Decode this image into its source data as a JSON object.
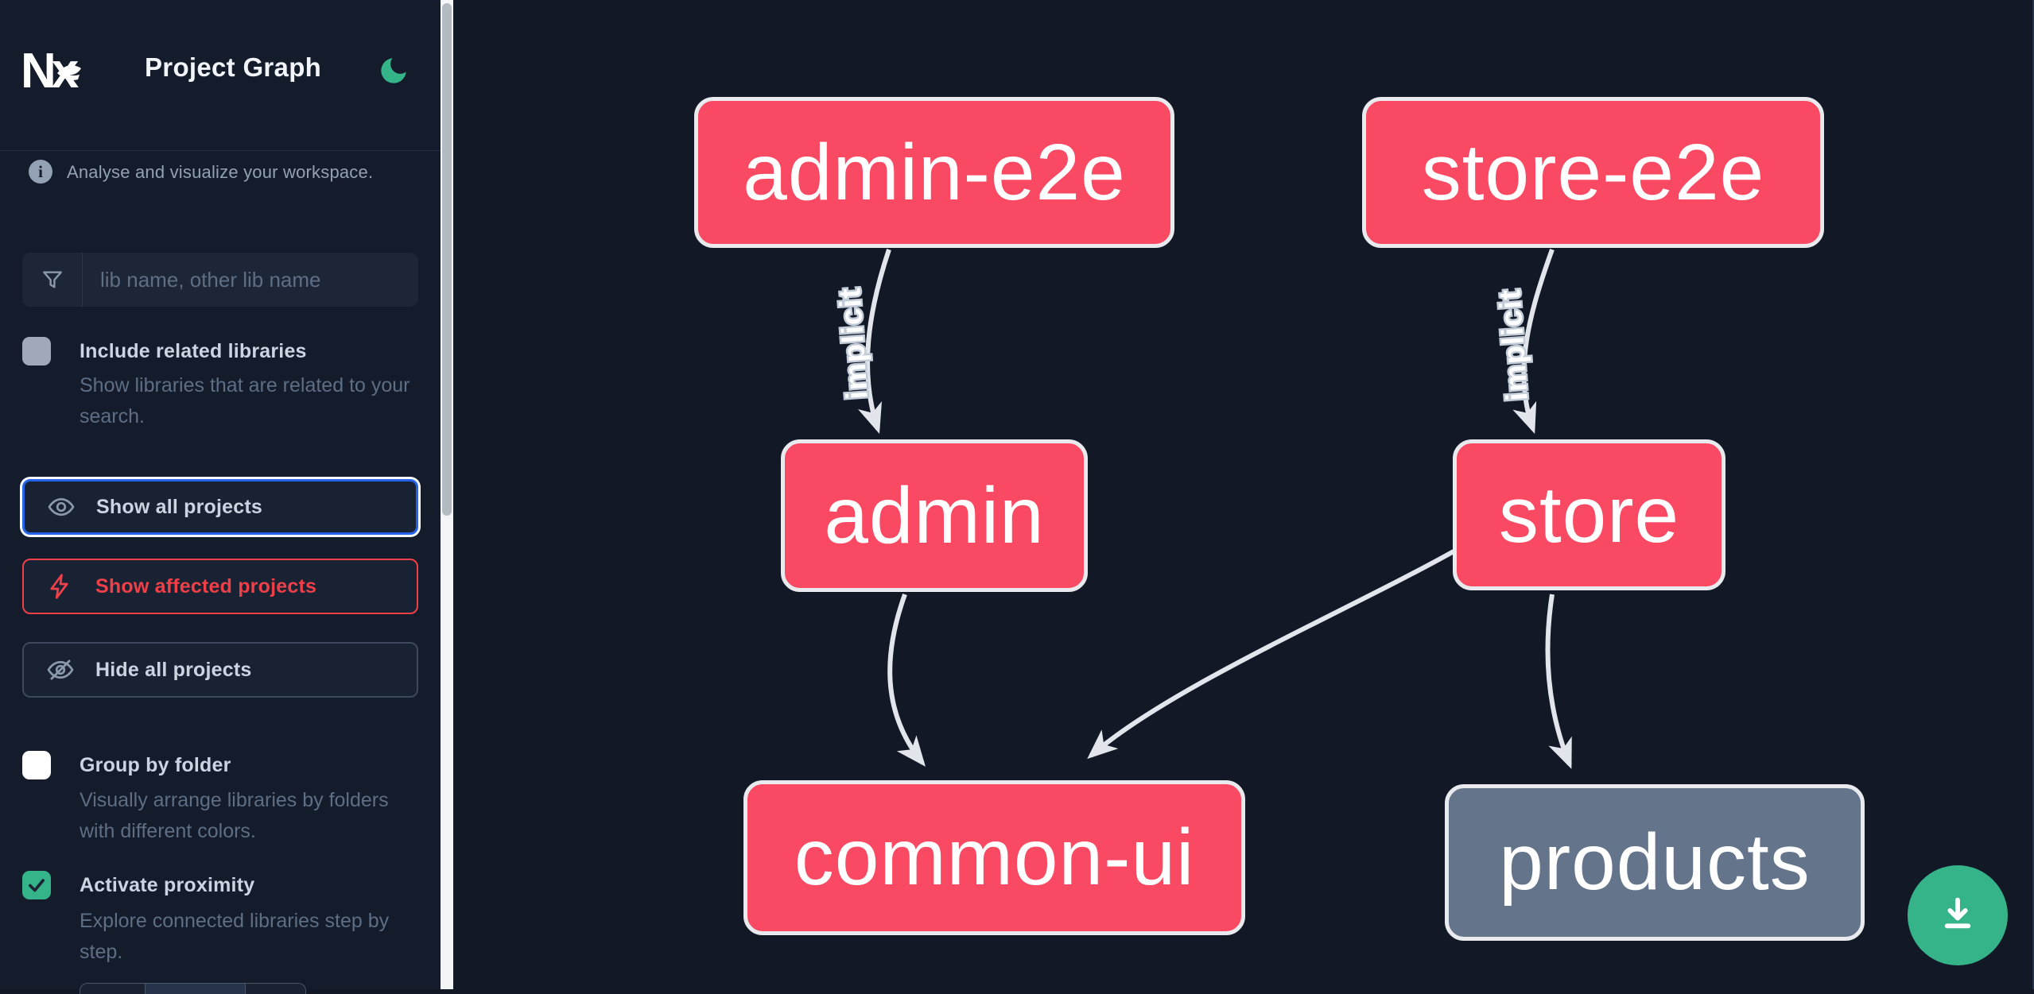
{
  "app": {
    "title": "Project Graph",
    "logo_text": "Nx"
  },
  "sidebar": {
    "tagline": "Analyse and visualize your workspace.",
    "info_glyph": "i",
    "search": {
      "placeholder": "lib name, other lib name",
      "value": ""
    },
    "options": [
      {
        "label": "Include related libraries",
        "description": "Show libraries that are related to your search.",
        "checked": false
      },
      {
        "label": "Group by folder",
        "description": "Visually arrange libraries by folders with different colors.",
        "checked": false
      },
      {
        "label": "Activate proximity",
        "description": "Explore connected libraries step by step.",
        "checked": true
      }
    ],
    "buttons": [
      {
        "label": "Show all projects",
        "icon": "eye-icon",
        "state": "focused"
      },
      {
        "label": "Show affected projects",
        "icon": "bolt-icon",
        "state": "affected"
      },
      {
        "label": "Hide all projects",
        "icon": "eye-off-icon",
        "state": "default"
      }
    ]
  },
  "graph": {
    "nodes": [
      {
        "label": "admin-e2e",
        "status": "affected"
      },
      {
        "label": "store-e2e",
        "status": "affected"
      },
      {
        "label": "admin",
        "status": "affected"
      },
      {
        "label": "store",
        "status": "affected"
      },
      {
        "label": "common-ui",
        "status": "affected"
      },
      {
        "label": "products",
        "status": "normal"
      }
    ],
    "edges": [
      {
        "from": "admin-e2e",
        "to": "admin",
        "label": "implicit"
      },
      {
        "from": "store-e2e",
        "to": "store",
        "label": "implicit"
      },
      {
        "from": "admin",
        "to": "common-ui",
        "label": ""
      },
      {
        "from": "store",
        "to": "common-ui",
        "label": ""
      },
      {
        "from": "store",
        "to": "products",
        "label": ""
      }
    ]
  },
  "fab": {
    "icon": "download-icon"
  },
  "colors": {
    "affected_node": "#fa4a63",
    "normal_node": "#64748b",
    "accent_green": "#35b389",
    "focus_blue": "#2663eb",
    "affected_red": "#ef4049",
    "edge": "#e2e6ec",
    "canvas_bg": "#121826",
    "sidebar_bg": "#141b2b"
  }
}
